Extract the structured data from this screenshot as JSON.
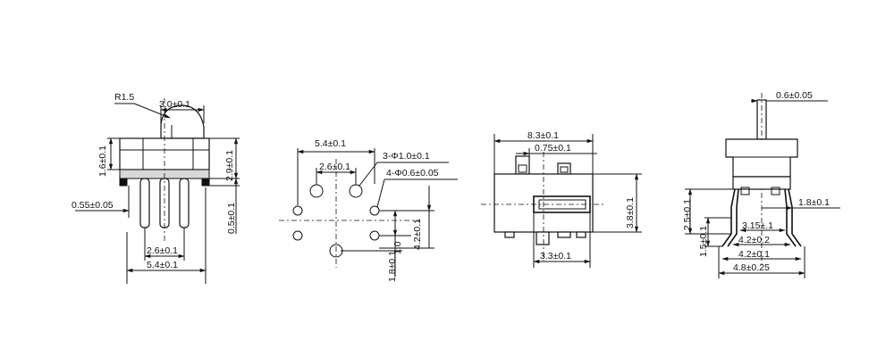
{
  "views": {
    "side": {
      "radius": "R1.5",
      "knob_width": "3.0±0.1",
      "body_height": "1.6±0.1",
      "total_height": "2.9±0.1",
      "pin_offset": "0.55±0.05",
      "pin_length": "0.5±0.1",
      "pin_pitch": "2.6±0.1",
      "pin_span": "5.4±0.1"
    },
    "footprint": {
      "hole_span": "5.4±0.1",
      "hole_pitch": "2.6±0.1",
      "large_holes": "3-Φ1.0±0.1",
      "small_holes": "4-Φ0.6±0.05",
      "row_gap": "1.0",
      "row_span": "4.2±0.1",
      "offset": "1.8±0.1"
    },
    "top": {
      "length": "8.3±0.1",
      "tab_width": "0.75±0.1",
      "height": "3.8±0.1",
      "slot_width": "3.3±0.1"
    },
    "end": {
      "actuator_width": "0.6±0.05",
      "leg_height": "2.5±0.1",
      "foot_height": "1.5±0.1",
      "inner_span": "3.15±.1",
      "right_offset": "1.8±0.1",
      "span_a": "4.2±0.2",
      "span_b": "4.2±0.1",
      "total_width": "4.8±0.25"
    }
  }
}
